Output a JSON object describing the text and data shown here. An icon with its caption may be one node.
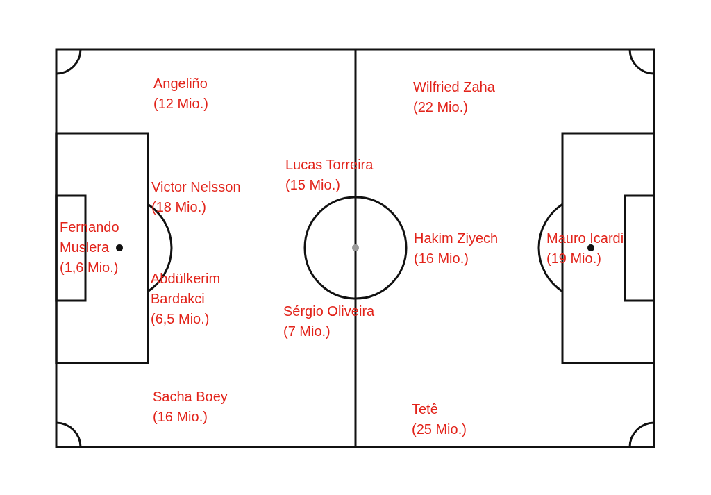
{
  "diagram": {
    "labels": [
      "Angeliño",
      "(12 Mio.)",
      "Wilfried Zaha",
      "(22 Mio.)",
      "Lucas Torreira",
      "(15 Mio.)",
      "Victor Nelsson",
      "(18 Mio.)",
      "Fernando Muslera",
      "(1,6 Mio.)",
      "Hakim Ziyech",
      "(16 Mio.)",
      "Mauro Icardi",
      "(19 Mio.)",
      "Abdülkerim Bardakci",
      "(6,5 Mio.)",
      "Sérgio Oliveira",
      "(7 Mio.)",
      "Sacha Boey",
      "(16 Mio.)",
      "Tetê",
      "(25 Mio.)"
    ]
  }
}
